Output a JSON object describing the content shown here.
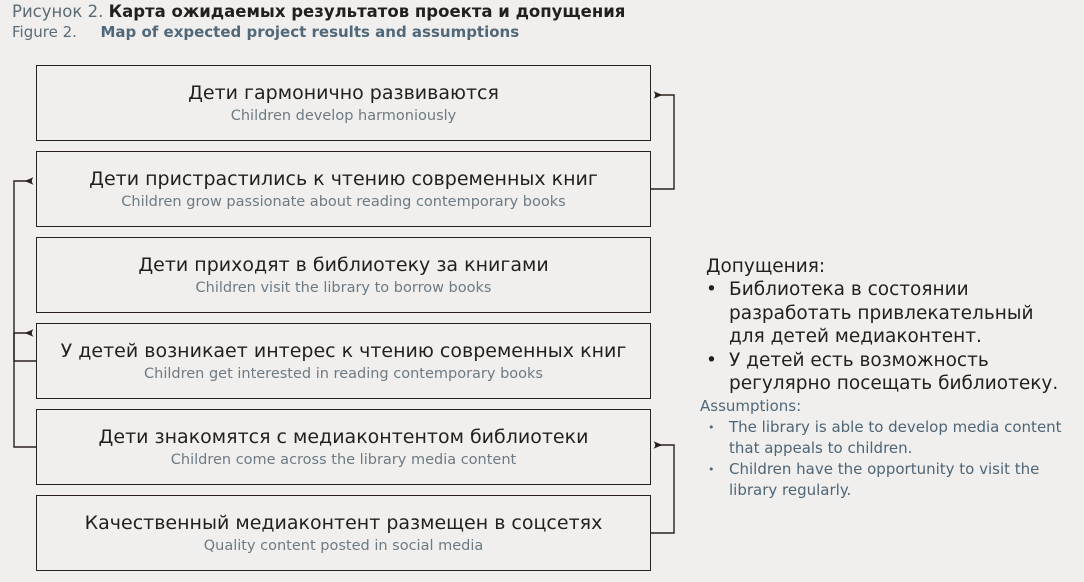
{
  "caption": {
    "figure_label_ru": "Рисунок 2.",
    "title_ru": "Карта ожидаемых результатов проекта и допущения",
    "figure_label_en": "Figure 2.",
    "title_en": "Map of expected project results and assumptions"
  },
  "colors": {
    "page_background": "#f0efed",
    "box_border": "#2a211c",
    "text_primary": "#231f1d",
    "text_secondary_en": "#6d7a84",
    "text_accent_blue": "#51687a",
    "connector": "#2a211c"
  },
  "diagram": {
    "boxes": [
      {
        "id": "children-develop-harmoniously",
        "ru": "Дети гармонично развиваются",
        "en": "Children develop harmoniously"
      },
      {
        "id": "children-passionate-reading",
        "ru": "Дети пристрастились к чтению современных книг",
        "en": "Children grow passionate about reading contemporary books"
      },
      {
        "id": "children-visit-library",
        "ru": "Дети приходят в библиотеку за книгами",
        "en": "Children visit the library to borrow books"
      },
      {
        "id": "children-interested-reading",
        "ru": "У детей возникает интерес к чтению современных книг",
        "en": "Children get interested in reading contemporary books"
      },
      {
        "id": "children-encounter-media-content",
        "ru": "Дети знакомятся с медиаконтентом библиотеки",
        "en": "Children come across the library media content"
      },
      {
        "id": "quality-content-social-media",
        "ru": "Качественный медиаконтент размещен в соцсетях",
        "en": "Quality content posted in social media"
      }
    ]
  },
  "assumptions": {
    "heading_ru": "Допущения:",
    "bullet_glyph_ru": "•",
    "items_ru": [
      [
        "Библиотека в состоянии",
        "разработать привлекательный",
        "для детей медиаконтент."
      ],
      [
        "У детей есть возможность",
        "регулярно посещать библиотеку."
      ]
    ],
    "heading_en": "Assumptions:",
    "bullet_glyph_en": "•",
    "items_en": [
      [
        "The library is able to develop media content",
        "that appeals to children."
      ],
      [
        "Children have the opportunity to visit the",
        "library regularly."
      ]
    ]
  }
}
